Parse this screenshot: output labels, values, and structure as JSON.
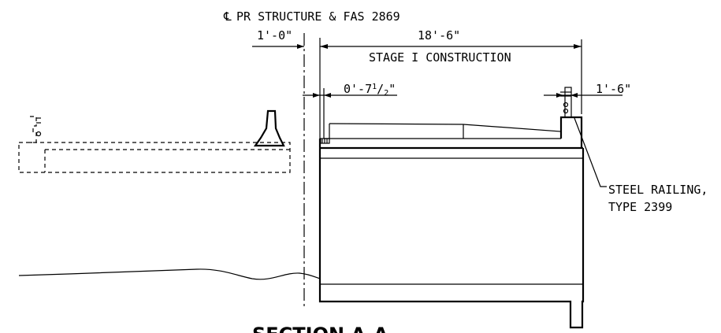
{
  "drawing": {
    "centerline_label": "PR STRUCTURE & FAS 2869",
    "centerline_symbol": "℄",
    "dim_left_offset": "1'-0\"",
    "dim_stage_width": "18'-6\"",
    "stage_label": "STAGE I CONSTRUCTION",
    "dim_curb_whole": "0'-7",
    "dim_curb_num": "1",
    "dim_curb_den": "2",
    "dim_curb_inch": "\"",
    "dim_rail": "1'-6\"",
    "railing_note_line1": "STEEL RAILING,",
    "railing_note_line2": "TYPE 2399",
    "section_title": "SECTION A-A"
  }
}
